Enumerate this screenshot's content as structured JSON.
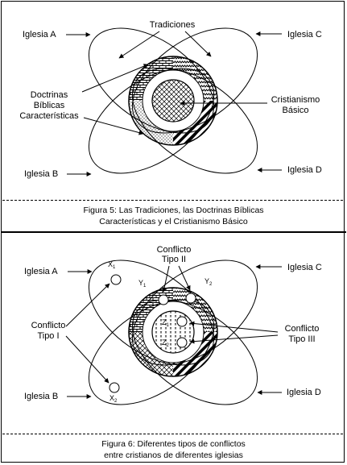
{
  "figure5": {
    "labels": {
      "iglesia_a": "Iglesia A",
      "iglesia_b": "Iglesia B",
      "iglesia_c": "Iglesia C",
      "iglesia_d": "Iglesia D",
      "tradiciones": "Tradiciones",
      "doctrinas_1": "Doctrinas",
      "doctrinas_2": "Bíblicas",
      "doctrinas_3": "Características",
      "cristianismo_1": "Cristianismo",
      "cristianismo_2": "Básico"
    },
    "caption_line1": "Figura 5: Las Tradiciones, las Doctrinas Bíblicas",
    "caption_line2": "Características y el Cristianismo Básico"
  },
  "figure6": {
    "labels": {
      "iglesia_a": "Iglesia A",
      "iglesia_b": "Iglesia B",
      "iglesia_c": "Iglesia C",
      "iglesia_d": "Iglesia D",
      "conflicto_ii_1": "Conflicto",
      "conflicto_ii_2": "Tipo II",
      "conflicto_i_1": "Conflicto",
      "conflicto_i_2": "Tipo I",
      "conflicto_iii_1": "Conflicto",
      "conflicto_iii_2": "Tipo III",
      "x1": "X",
      "x1_sub": "1",
      "x2": "X",
      "x2_sub": "2",
      "y1": "Y",
      "y1_sub": "1",
      "y2": "Y",
      "y2_sub": "2",
      "z1": "Z",
      "z1_sub": "1",
      "z2": "Z",
      "z2_sub": "2"
    },
    "caption_line1": "Figura 6: Diferentes tipos de conflictos",
    "caption_line2": "entre cristianos de diferentes iglesias"
  }
}
